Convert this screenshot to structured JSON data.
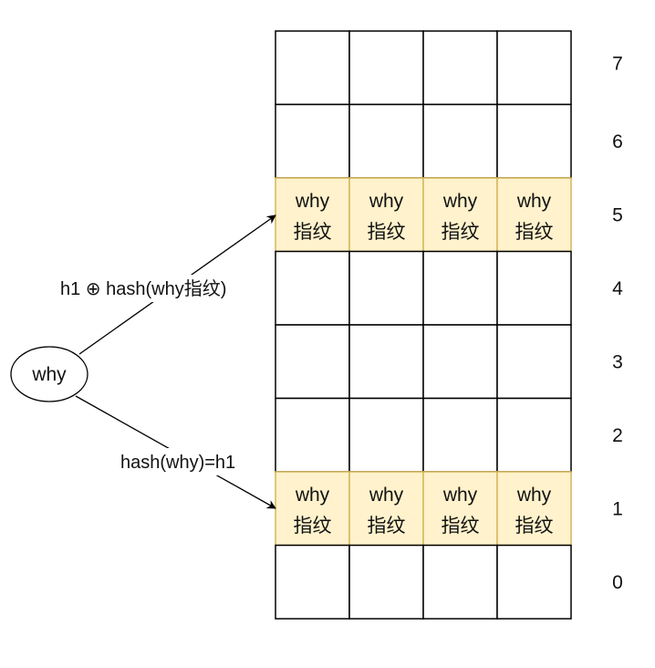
{
  "diagram": {
    "title": "",
    "source_node": {
      "label": "why"
    },
    "edges": [
      {
        "label": "h1 ⊕ hash(why指纹)",
        "target_row": 5
      },
      {
        "label": "hash(why)=h1",
        "target_row": 1
      }
    ],
    "table": {
      "rows": 8,
      "columns": 4,
      "row_labels": [
        "7",
        "6",
        "5",
        "4",
        "3",
        "2",
        "1",
        "0"
      ],
      "highlighted_rows": [
        5,
        1
      ],
      "cell_content": {
        "line1": "why",
        "line2": "指纹"
      }
    },
    "colors": {
      "highlight_fill": "#fff2cc",
      "highlight_stroke": "#d6b656",
      "line": "#000000"
    }
  }
}
